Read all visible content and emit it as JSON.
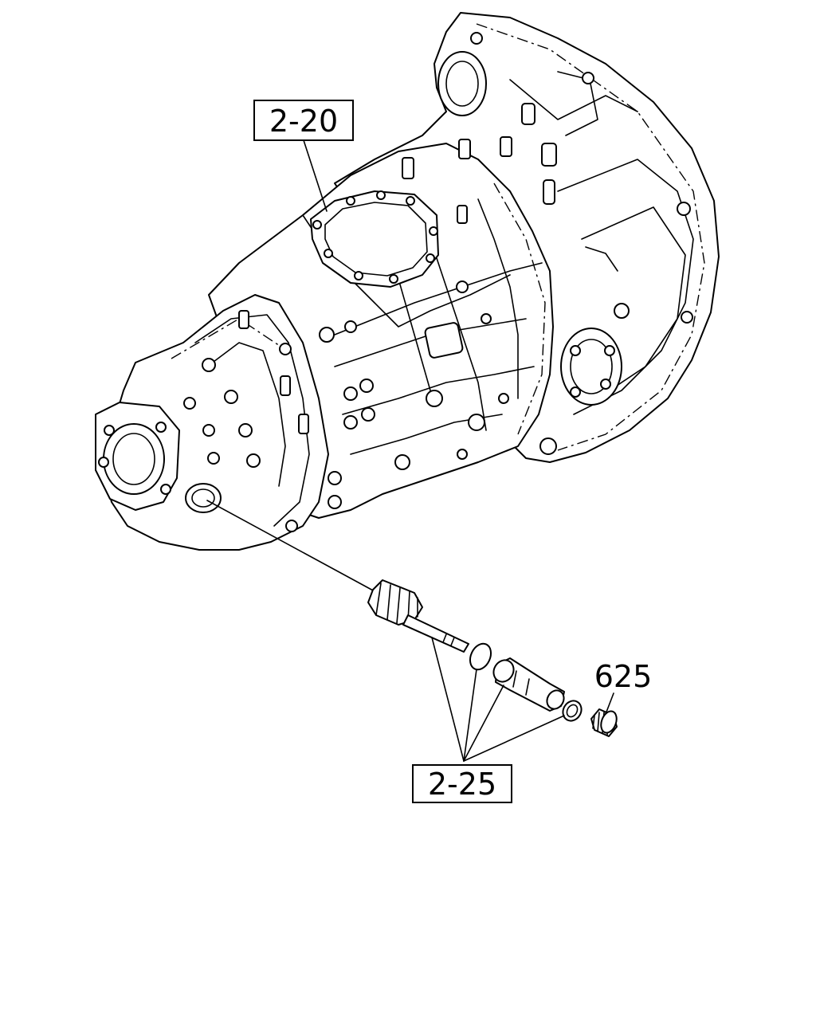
{
  "callouts": {
    "transmission_ref": "2-20",
    "speedometer_ref": "2-25",
    "part_number": "625"
  }
}
